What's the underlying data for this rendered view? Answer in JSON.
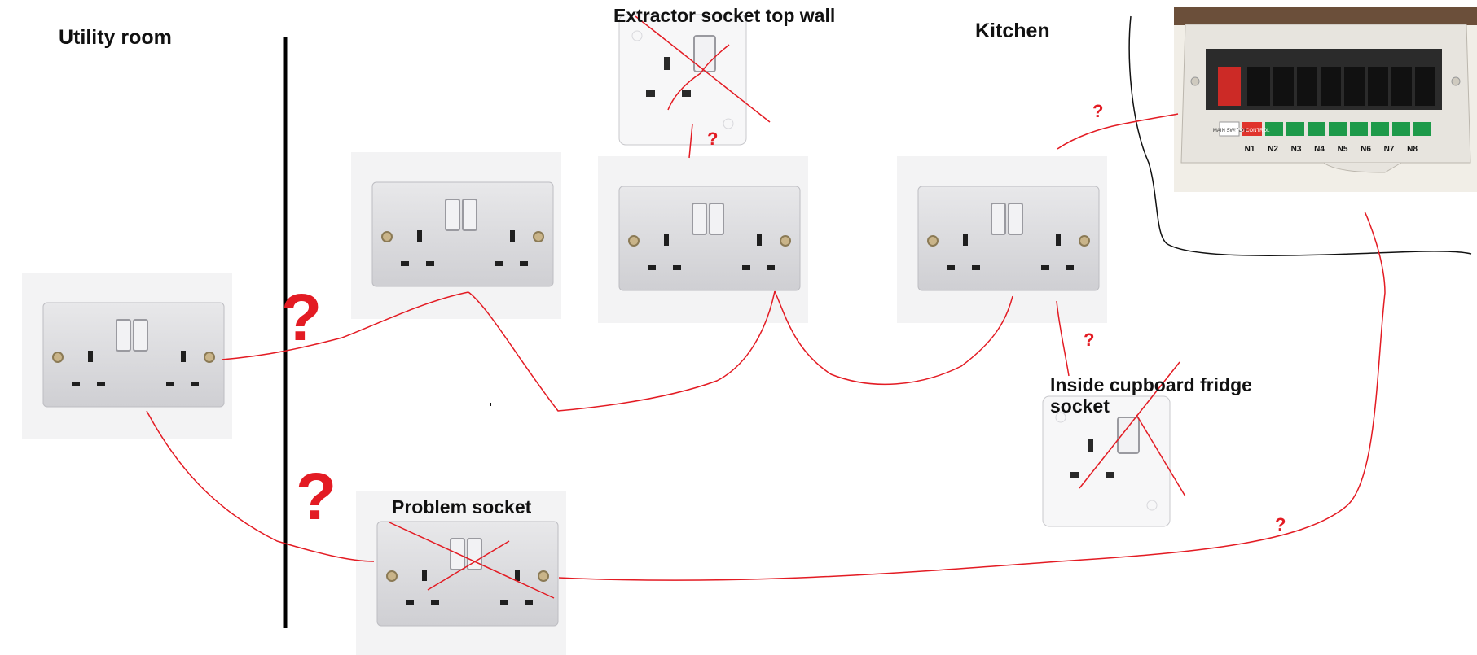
{
  "rooms": {
    "utility": "Utility room",
    "kitchen": "Kitchen"
  },
  "sockets": {
    "extractor": "Extractor socket top wall",
    "fridge": "Inside cupboard fridge socket",
    "problem": "Problem socket"
  },
  "unknown_marker": "?",
  "consumer_unit": {
    "main_switch_label": "MAIN SWITCH",
    "rcd_label": "AFD CONTROL",
    "way_labels": [
      "N1",
      "N2",
      "N3",
      "N4",
      "N5",
      "N6",
      "N7",
      "N8"
    ]
  },
  "colors": {
    "cable": "#e31b23",
    "question": "#e31b23",
    "wall": "#000000",
    "socket_face": "#dcdcdf",
    "label_green": "#1e9a4a",
    "label_red": "#e0332c"
  }
}
